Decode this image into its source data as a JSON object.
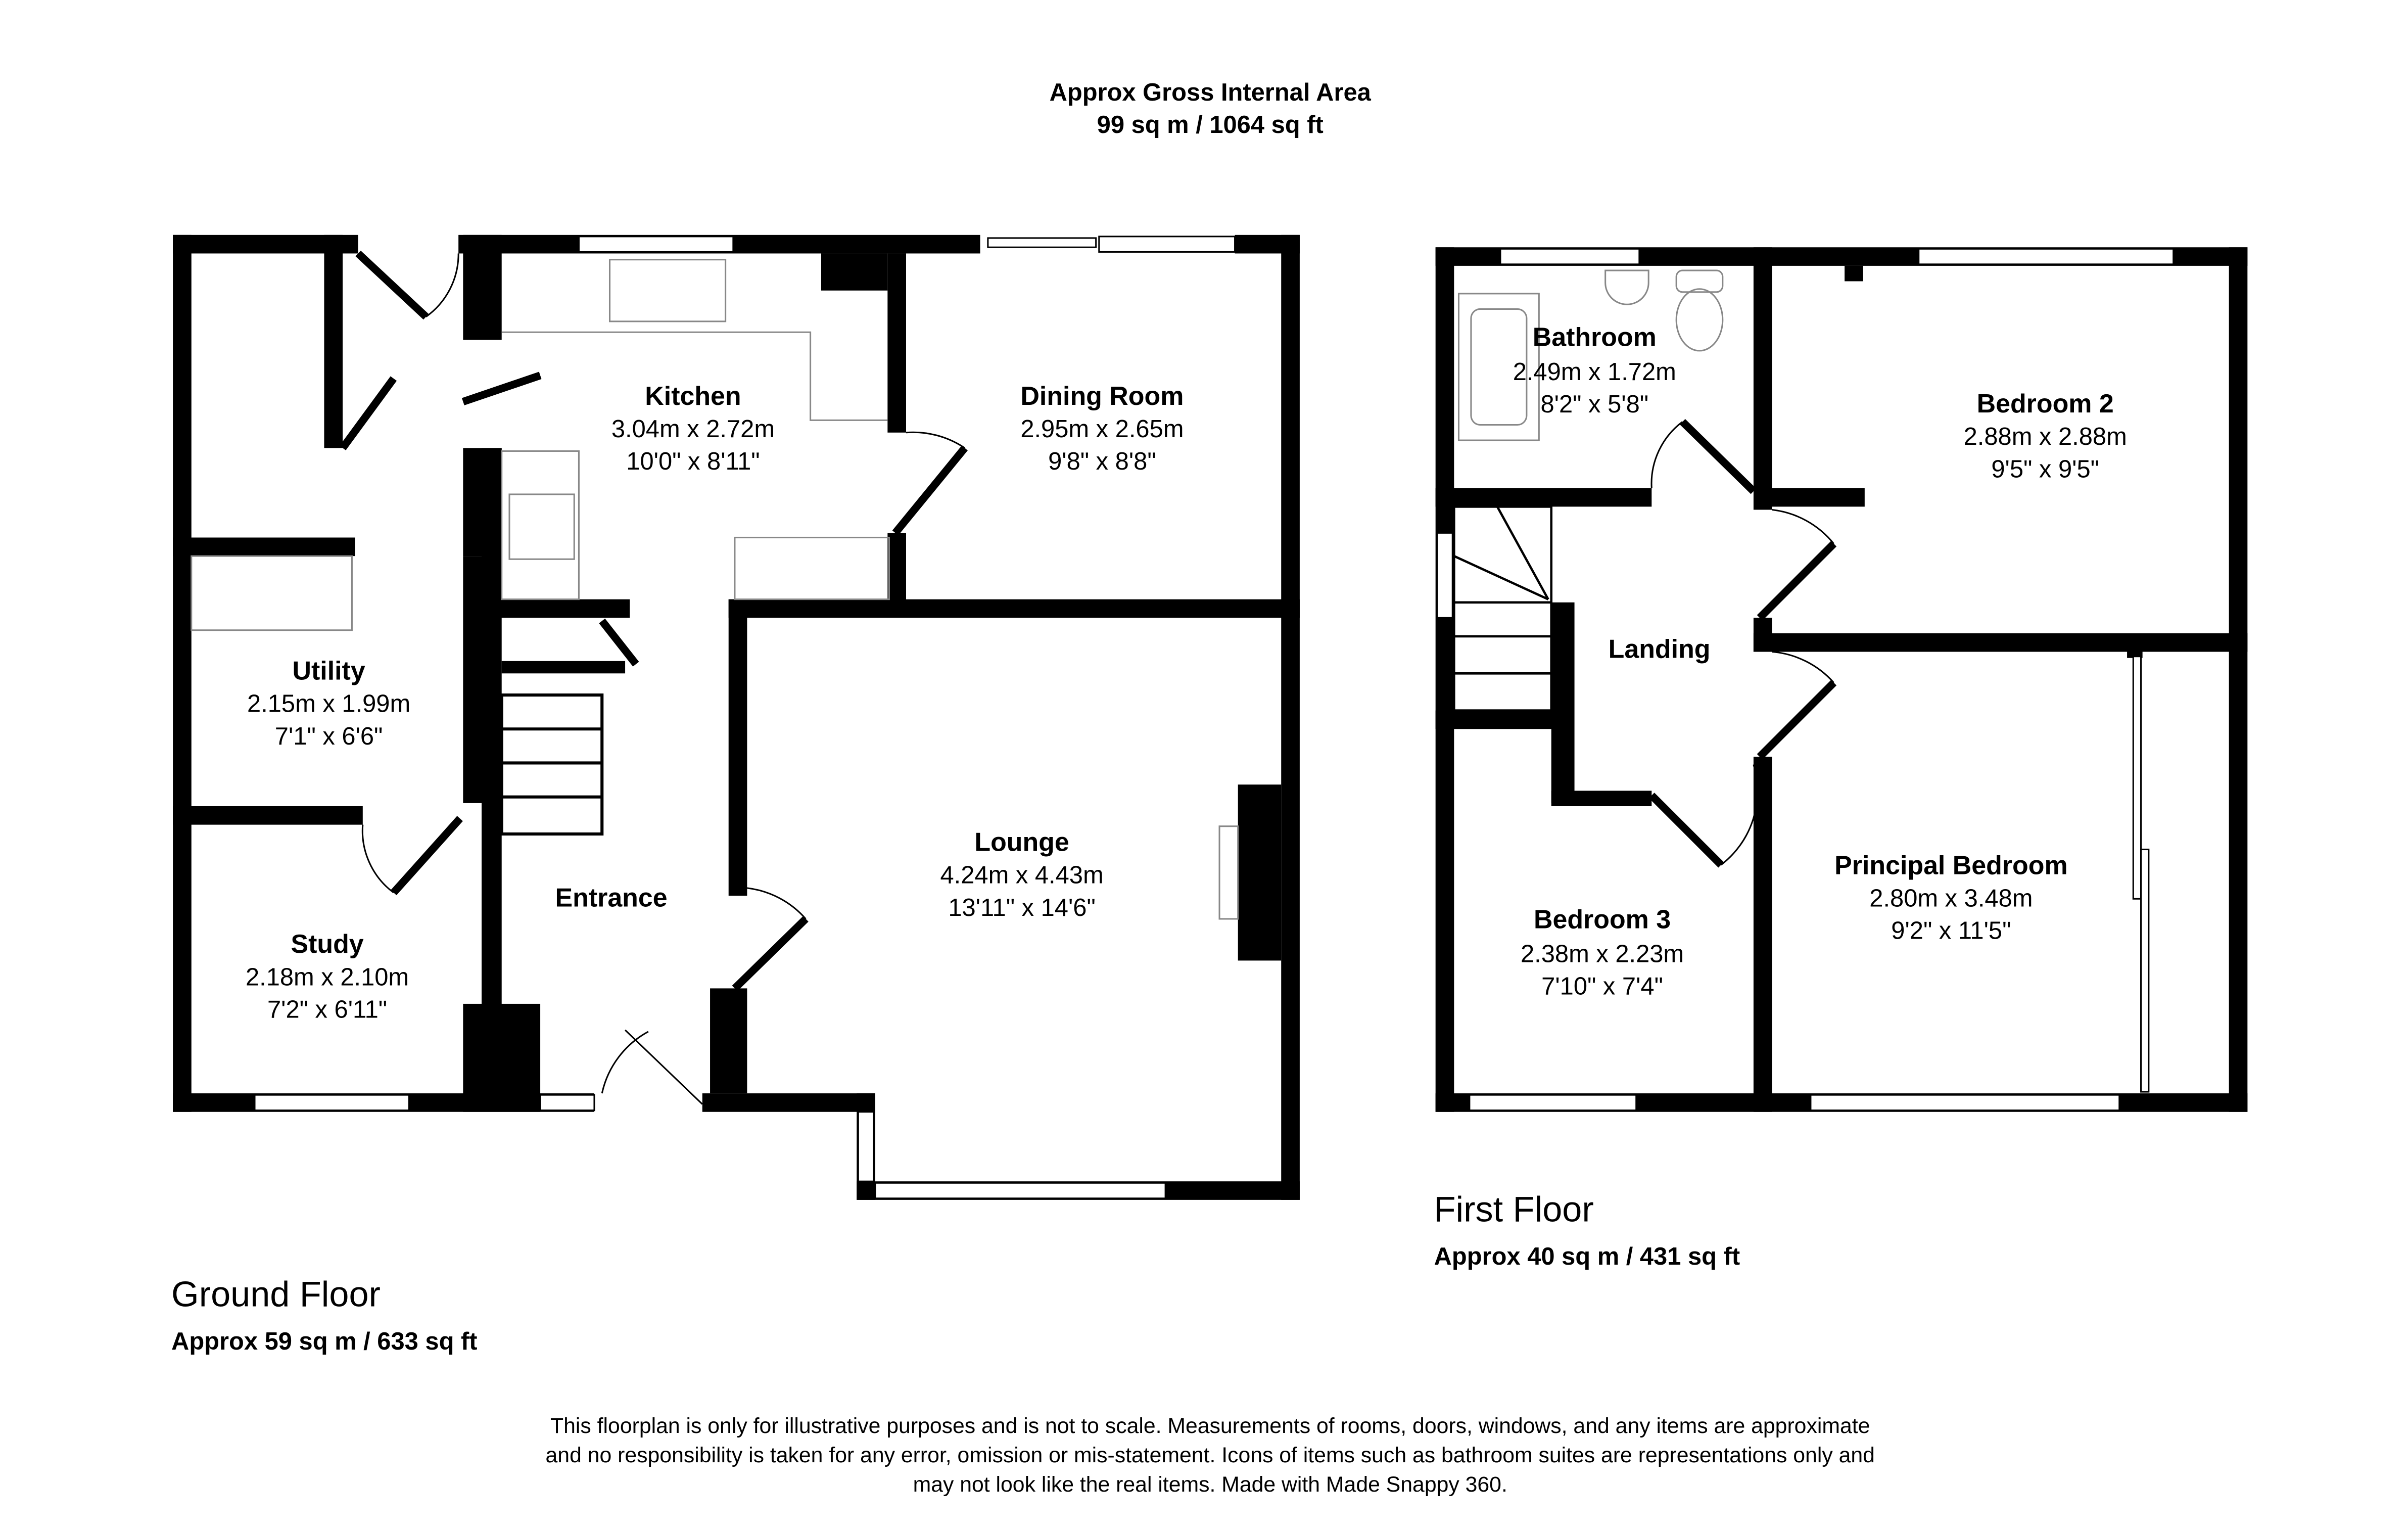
{
  "header": {
    "title": "Approx Gross Internal Area",
    "area": "99 sq m / 1064 sq ft"
  },
  "ground_floor": {
    "label": "Ground Floor",
    "area": "Approx 59 sq m / 633 sq ft",
    "rooms": [
      {
        "name": "Kitchen",
        "metric": "3.04m x 2.72m",
        "imperial": "10'0\" x 8'11\""
      },
      {
        "name": "Dining Room",
        "metric": "2.95m x 2.65m",
        "imperial": "9'8\" x 8'8\""
      },
      {
        "name": "Utility",
        "metric": "2.15m x 1.99m",
        "imperial": "7'1\" x 6'6\""
      },
      {
        "name": "Lounge",
        "metric": "4.24m x 4.43m",
        "imperial": "13'11\" x 14'6\""
      },
      {
        "name": "Study",
        "metric": "2.18m x 2.10m",
        "imperial": "7'2\" x 6'11\""
      },
      {
        "name": "Entrance"
      }
    ]
  },
  "first_floor": {
    "label": "First Floor",
    "area": "Approx 40 sq m / 431 sq ft",
    "rooms": [
      {
        "name": "Bathroom",
        "metric": "2.49m x 1.72m",
        "imperial": "8'2\" x 5'8\""
      },
      {
        "name": "Bedroom 2",
        "metric": "2.88m x 2.88m",
        "imperial": "9'5\" x 9'5\""
      },
      {
        "name": "Landing"
      },
      {
        "name": "Principal Bedroom",
        "metric": "2.80m x 3.48m",
        "imperial": "9'2\" x 11'5\""
      },
      {
        "name": "Bedroom 3",
        "metric": "2.38m x 2.23m",
        "imperial": "7'10\" x 7'4\""
      }
    ]
  },
  "disclaimer": [
    "This floorplan is only for illustrative purposes and is not to scale. Measurements of rooms, doors, windows, and any items are approximate",
    "and no responsibility is taken for any error, omission or mis-statement. Icons of items such as bathroom suites are representations only and",
    "may not look like the real items. Made with Made Snappy 360."
  ]
}
